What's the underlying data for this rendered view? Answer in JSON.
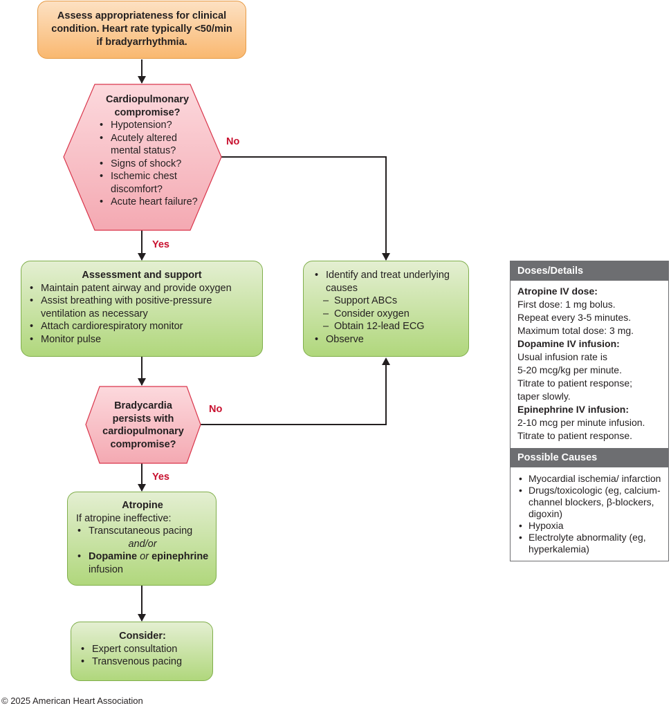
{
  "flowchart": {
    "start": {
      "text": "Assess appropriateness for clinical condition. Heart rate typically <50/min if bradyarrhythmia."
    },
    "decision1": {
      "title": "Cardiopulmonary compromise?",
      "items": [
        "Hypotension?",
        "Acutely altered mental status?",
        "Signs of shock?",
        "Ischemic chest discomfort?",
        "Acute heart failure?"
      ],
      "yes_label": "Yes",
      "no_label": "No"
    },
    "assessment": {
      "title": "Assessment and support",
      "items": [
        "Maintain patent airway and provide oxygen",
        "Assist breathing with positive-pressure ventilation as necessary",
        "Attach cardiorespiratory monitor",
        "Monitor pulse"
      ]
    },
    "identify": {
      "item1": "Identify and treat underlying causes",
      "subitems": [
        "Support ABCs",
        "Consider oxygen",
        "Obtain 12-lead ECG"
      ],
      "item2": "Observe"
    },
    "decision2": {
      "title": "Bradycardia persists with cardiopulmonary compromise?",
      "yes_label": "Yes",
      "no_label": "No"
    },
    "atropine": {
      "title": "Atropine",
      "intro": "If atropine ineffective:",
      "item1": "Transcutaneous pacing",
      "connector": "and/or",
      "item2_bold1": "Dopamine",
      "item2_or": "or",
      "item2_bold2": "epinephrine",
      "item2_rest": "infusion"
    },
    "consider": {
      "title": "Consider:",
      "items": [
        "Expert consultation",
        "Transvenous pacing"
      ]
    }
  },
  "doses_panel": {
    "header": "Doses/Details",
    "atropine_title": "Atropine IV dose:",
    "atropine_lines": [
      "First dose: 1 mg bolus.",
      "Repeat every 3-5 minutes.",
      "Maximum total dose: 3 mg."
    ],
    "dopamine_title": "Dopamine IV infusion:",
    "dopamine_lines": [
      "Usual infusion rate is",
      "5-20 mcg/kg per minute.",
      "Titrate to patient response;",
      "taper slowly."
    ],
    "epinephrine_title": "Epinephrine IV infusion:",
    "epinephrine_lines": [
      "2-10 mcg per minute infusion.",
      "Titrate to patient response."
    ]
  },
  "causes_panel": {
    "header": "Possible Causes",
    "items": [
      "Myocardial ischemia/ infarction",
      "Drugs/toxicologic (eg, calcium-channel blockers, β-blockers, digoxin)",
      "Hypoxia",
      "Electrolyte abnormality (eg, hyperkalemia)"
    ]
  },
  "footer": {
    "copyright": "© 2025 American Heart Association"
  }
}
